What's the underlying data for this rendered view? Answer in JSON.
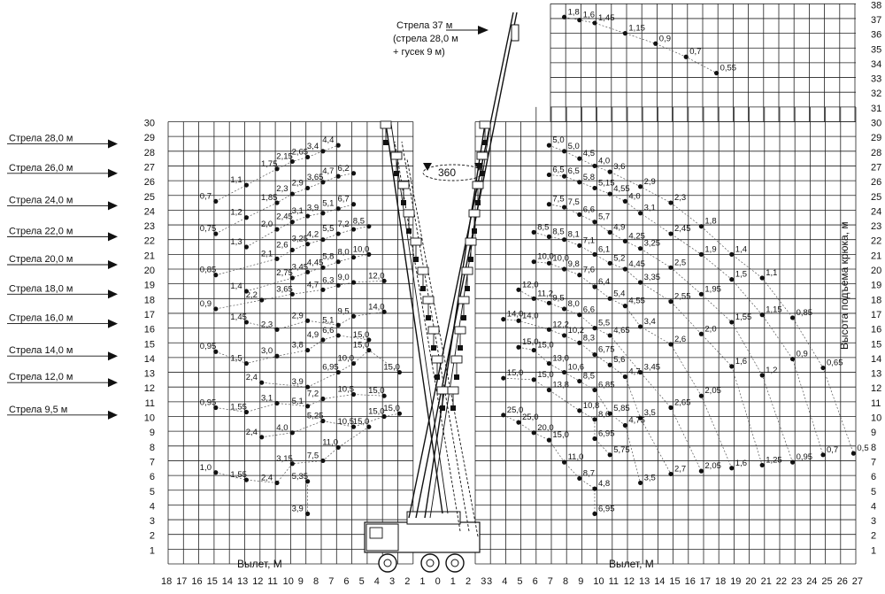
{
  "axes": {
    "x_left_ticks": [
      "18",
      "17",
      "16",
      "15",
      "14",
      "13",
      "12",
      "11",
      "10",
      "9",
      "8",
      "7",
      "6",
      "5",
      "4",
      "3",
      "2",
      "1",
      "0",
      "1",
      "2",
      "3"
    ],
    "x_right_ticks": [
      "3",
      "4",
      "5",
      "6",
      "7",
      "8",
      "9",
      "10",
      "11",
      "12",
      "13",
      "14",
      "15",
      "16",
      "17",
      "18",
      "19",
      "20",
      "21",
      "22",
      "23",
      "24",
      "25",
      "26",
      "27"
    ],
    "y_left_ticks": [
      "1",
      "2",
      "3",
      "4",
      "5",
      "6",
      "7",
      "8",
      "9",
      "10",
      "11",
      "12",
      "13",
      "14",
      "15",
      "16",
      "17",
      "18",
      "19",
      "20",
      "21",
      "22",
      "23",
      "24",
      "25",
      "26",
      "27",
      "28",
      "29",
      "30"
    ],
    "y_right_ticks": [
      "1",
      "2",
      "3",
      "4",
      "5",
      "6",
      "7",
      "8",
      "9",
      "10",
      "11",
      "12",
      "13",
      "14",
      "15",
      "16",
      "17",
      "18",
      "19",
      "20",
      "21",
      "22",
      "23",
      "24",
      "25",
      "26",
      "27",
      "28",
      "29",
      "30",
      "31",
      "32",
      "33",
      "34",
      "35",
      "36",
      "37",
      "38"
    ],
    "left_xlabel": "Вылет, М",
    "right_xlabel": "Вылет, М",
    "right_ylabel": "Высота подъема крюка, м"
  },
  "rotation_label": "360",
  "boom_labels": [
    {
      "text": "Стрела 28,0 м",
      "y": 28.5
    },
    {
      "text": "Стрела 26,0 м",
      "y": 26.5
    },
    {
      "text": "Стрела 24,0 м",
      "y": 24.3
    },
    {
      "text": "Стрела 22,0 м",
      "y": 22.2
    },
    {
      "text": "Стрела 20,0 м",
      "y": 20.3
    },
    {
      "text": "Стрела 18,0 м",
      "y": 18.3
    },
    {
      "text": "Стрела 16,0 м",
      "y": 16.3
    },
    {
      "text": "Стрела 14,0 м",
      "y": 14.1
    },
    {
      "text": "Стрела 12,0 м",
      "y": 12.3
    },
    {
      "text": "Стрела 9,5 м",
      "y": 10.1
    }
  ],
  "jib_label": {
    "lines": [
      "Стрела 37 м",
      "(стрела 28,0 м",
      "+ гусек 9 м)"
    ]
  },
  "chart_data": {
    "type": "scatter",
    "left_curves": [
      {
        "points": [
          [
            14,
            24.6,
            "0,7"
          ],
          [
            12,
            25.7,
            "1,1"
          ],
          [
            10,
            26.8,
            "1,75"
          ],
          [
            9,
            27.3,
            "2,15"
          ],
          [
            8,
            27.6,
            "2,65"
          ],
          [
            7,
            28.0,
            "3,4"
          ],
          [
            6,
            28.4,
            "4,4"
          ]
        ]
      },
      {
        "points": [
          [
            14,
            22.4,
            "0,75"
          ],
          [
            12,
            23.5,
            "1,2"
          ],
          [
            10,
            24.5,
            "1,85"
          ],
          [
            9,
            25.1,
            "2,3"
          ],
          [
            8,
            25.5,
            "2,9"
          ],
          [
            7,
            25.9,
            "3,65"
          ],
          [
            6,
            26.3,
            "4,7"
          ],
          [
            5,
            26.5,
            "6,2"
          ]
        ]
      },
      {
        "points": [
          [
            12,
            21.5,
            "1,3"
          ],
          [
            10,
            22.7,
            "2,0"
          ],
          [
            9,
            23.2,
            "2,45"
          ],
          [
            8,
            23.6,
            "3,1"
          ],
          [
            7,
            23.8,
            "3,9"
          ],
          [
            6,
            24.1,
            "5,1"
          ],
          [
            5,
            24.4,
            "6,7"
          ]
        ]
      },
      {
        "points": [
          [
            14,
            19.6,
            "0,85"
          ],
          [
            10,
            20.7,
            "2,1"
          ],
          [
            9,
            21.3,
            "2,6"
          ],
          [
            8,
            21.7,
            "3,25"
          ],
          [
            7,
            22.0,
            "4,2"
          ],
          [
            6,
            22.4,
            "5,5"
          ],
          [
            5,
            22.7,
            "7,2"
          ],
          [
            4,
            22.9,
            "8,5"
          ]
        ]
      },
      {
        "points": [
          [
            12,
            18.5,
            "1,4"
          ],
          [
            9,
            19.4,
            "2,75"
          ],
          [
            8,
            19.8,
            "3,45"
          ],
          [
            7,
            20.1,
            "4,45"
          ],
          [
            6,
            20.5,
            "5,8"
          ],
          [
            5,
            20.8,
            "8,0"
          ],
          [
            4,
            21.0,
            "10,0"
          ]
        ]
      },
      {
        "points": [
          [
            14,
            17.3,
            "0,9"
          ],
          [
            11,
            17.9,
            "2,2"
          ],
          [
            9,
            18.3,
            "3,65"
          ],
          [
            7,
            18.6,
            "4,7"
          ],
          [
            6,
            18.9,
            "6,3"
          ],
          [
            5,
            19.1,
            "9,0"
          ],
          [
            3,
            19.2,
            "12,0"
          ]
        ]
      },
      {
        "points": [
          [
            12,
            16.4,
            "1,45"
          ],
          [
            10,
            15.9,
            "2,3"
          ],
          [
            8,
            16.5,
            "2,9"
          ],
          [
            6,
            16.2,
            "5,1"
          ],
          [
            5,
            16.8,
            "9,5"
          ],
          [
            3,
            17.1,
            "14,0"
          ]
        ]
      },
      {
        "points": [
          [
            14,
            14.4,
            "0,95"
          ],
          [
            12,
            13.6,
            "1,5"
          ],
          [
            10,
            14.1,
            "3,0"
          ],
          [
            8,
            14.5,
            "3,8"
          ],
          [
            7,
            15.2,
            "4,9"
          ],
          [
            6,
            15.5,
            "6,6"
          ],
          [
            4,
            15.2,
            "15,0"
          ]
        ]
      },
      {
        "points": [
          [
            11,
            12.3,
            "2,4"
          ],
          [
            8,
            12.0,
            "3,9"
          ],
          [
            6,
            13.0,
            "6,95"
          ],
          [
            5,
            13.6,
            "10,0"
          ],
          [
            4,
            14.5,
            "15,0"
          ],
          [
            2,
            13.0,
            "15,0"
          ]
        ]
      },
      {
        "points": [
          [
            14,
            10.6,
            "0,95"
          ],
          [
            12,
            10.3,
            "1,55"
          ],
          [
            10,
            10.9,
            "3,1"
          ],
          [
            8,
            10.7,
            "5,1"
          ],
          [
            7,
            11.2,
            "7,2"
          ],
          [
            5,
            11.5,
            "10,5"
          ],
          [
            3,
            11.4,
            "15,0"
          ]
        ]
      },
      {
        "points": [
          [
            11,
            8.6,
            "2,4"
          ],
          [
            9,
            8.9,
            "4,0"
          ],
          [
            7,
            9.7,
            "5,25"
          ],
          [
            5,
            9.3,
            "10,5"
          ],
          [
            3,
            10.0,
            "15,0"
          ],
          [
            2,
            10.2,
            "15,0"
          ]
        ]
      },
      {
        "points": [
          [
            14,
            6.2,
            "1,0"
          ],
          [
            12,
            5.7,
            "1,55"
          ],
          [
            10,
            5.5,
            "2,4"
          ],
          [
            9,
            6.8,
            "3,15"
          ],
          [
            7,
            7.0,
            "7,5"
          ],
          [
            6,
            7.9,
            "11,0"
          ],
          [
            4,
            9.3,
            "15,0"
          ]
        ]
      },
      {
        "points": [
          [
            8,
            5.6,
            "5,35"
          ],
          [
            8,
            3.4,
            "3,9"
          ]
        ]
      }
    ],
    "right_curves": [
      {
        "points": [
          [
            6,
            28.4,
            "5,0"
          ],
          [
            7,
            28.0,
            "5,0"
          ],
          [
            8,
            27.5,
            "4,5"
          ],
          [
            9,
            27.0,
            "4,0"
          ],
          [
            10,
            26.6,
            "3,6"
          ],
          [
            12,
            25.6,
            "2,9"
          ],
          [
            14,
            24.5,
            "2,3"
          ],
          [
            16,
            22.9,
            "1,8"
          ],
          [
            18,
            21.0,
            "1,4"
          ],
          [
            20,
            19.4,
            "1,1"
          ],
          [
            22,
            16.7,
            "0,85"
          ],
          [
            24,
            13.3,
            "0,65"
          ],
          [
            26,
            7.5,
            "0,5"
          ]
        ]
      },
      {
        "points": [
          [
            6,
            26.4,
            "6,5"
          ],
          [
            7,
            26.3,
            "6,5"
          ],
          [
            8,
            25.9,
            "5,8"
          ],
          [
            9,
            25.5,
            "5,15"
          ],
          [
            10,
            25.1,
            "4,55"
          ],
          [
            11,
            24.6,
            "4,0"
          ],
          [
            12,
            23.8,
            "3,1"
          ],
          [
            14,
            22.4,
            "2,45"
          ],
          [
            16,
            21.0,
            "1,9"
          ],
          [
            18,
            19.3,
            "1,5"
          ],
          [
            20,
            16.9,
            "1,15"
          ],
          [
            22,
            13.9,
            "0,9"
          ],
          [
            24,
            7.4,
            "0,7"
          ]
        ]
      },
      {
        "points": [
          [
            6,
            24.4,
            "7,5"
          ],
          [
            7,
            24.2,
            "7,5"
          ],
          [
            8,
            23.7,
            "6,6"
          ],
          [
            9,
            23.2,
            "5,7"
          ],
          [
            10,
            22.5,
            "4,9"
          ],
          [
            11,
            21.9,
            "4,25"
          ],
          [
            12,
            21.4,
            "3,25"
          ],
          [
            14,
            20.1,
            "2,5"
          ],
          [
            16,
            18.3,
            "1,95"
          ],
          [
            18,
            16.4,
            "1,55"
          ],
          [
            20,
            12.8,
            "1,2"
          ],
          [
            22,
            6.9,
            "0,95"
          ]
        ]
      },
      {
        "points": [
          [
            5,
            22.5,
            "8,5"
          ],
          [
            6,
            22.2,
            "8,5"
          ],
          [
            7,
            22.0,
            "8,1"
          ],
          [
            8,
            21.6,
            "7,1"
          ],
          [
            9,
            21.0,
            "6,1"
          ],
          [
            10,
            20.4,
            "5,2"
          ],
          [
            11,
            20.0,
            "4,45"
          ],
          [
            12,
            19.1,
            "3,35"
          ],
          [
            14,
            17.8,
            "2,55"
          ],
          [
            16,
            15.6,
            "2,0"
          ],
          [
            18,
            13.4,
            "1,6"
          ],
          [
            20,
            6.7,
            "1,25"
          ]
        ]
      },
      {
        "points": [
          [
            5,
            20.5,
            "10,0"
          ],
          [
            6,
            20.4,
            "10,0"
          ],
          [
            7,
            20.0,
            "9,8"
          ],
          [
            8,
            19.6,
            "7,6"
          ],
          [
            9,
            18.8,
            "6,4"
          ],
          [
            10,
            18.0,
            "5,4"
          ],
          [
            11,
            17.5,
            "4,55"
          ],
          [
            12,
            16.1,
            "3,4"
          ],
          [
            14,
            14.9,
            "2,6"
          ],
          [
            16,
            11.4,
            "2,05"
          ],
          [
            18,
            6.5,
            "1,6"
          ]
        ]
      },
      {
        "points": [
          [
            4,
            18.6,
            "12,0"
          ],
          [
            5,
            18.0,
            "11,2"
          ],
          [
            6,
            17.7,
            "9,5"
          ],
          [
            7,
            17.3,
            "8,0"
          ],
          [
            8,
            16.9,
            "6,6"
          ],
          [
            9,
            16.0,
            "5,5"
          ],
          [
            10,
            15.5,
            "4,65"
          ],
          [
            12,
            13.0,
            "3,45"
          ],
          [
            14,
            10.6,
            "2,65"
          ],
          [
            16,
            6.3,
            "2,05"
          ]
        ]
      },
      {
        "points": [
          [
            3,
            16.6,
            "14,0"
          ],
          [
            4,
            16.5,
            "14,0"
          ],
          [
            6,
            15.9,
            "12,2"
          ],
          [
            7,
            15.5,
            "10,2"
          ],
          [
            8,
            15.0,
            "8,3"
          ],
          [
            9,
            14.2,
            "6,75"
          ],
          [
            10,
            13.5,
            "5,6"
          ],
          [
            11,
            12.7,
            "4,7"
          ],
          [
            12,
            9.9,
            "3,5"
          ],
          [
            14,
            6.1,
            "2,7"
          ]
        ]
      },
      {
        "points": [
          [
            4,
            14.7,
            "15,0"
          ],
          [
            5,
            14.5,
            "15,0"
          ],
          [
            6,
            13.6,
            "13,0"
          ],
          [
            7,
            13.0,
            "10,6"
          ],
          [
            8,
            12.4,
            "8,5"
          ],
          [
            9,
            11.8,
            "6,85"
          ],
          [
            10,
            10.2,
            "5,85"
          ],
          [
            11,
            9.4,
            "4,75"
          ],
          [
            12,
            5.5,
            "3,5"
          ]
        ]
      },
      {
        "points": [
          [
            3,
            12.6,
            "15,0"
          ],
          [
            5,
            12.5,
            "15,0"
          ],
          [
            6,
            11.8,
            "13,8"
          ],
          [
            8,
            10.4,
            "10,8"
          ],
          [
            9,
            9.8,
            "8,6"
          ],
          [
            9,
            8.5,
            "6,95"
          ],
          [
            10,
            7.4,
            "5,75"
          ]
        ]
      },
      {
        "points": [
          [
            3,
            10.1,
            "25,0"
          ],
          [
            4,
            9.6,
            "25,0"
          ],
          [
            5,
            8.9,
            "20,0"
          ],
          [
            6,
            8.4,
            "15,0"
          ],
          [
            7,
            6.9,
            "11,0"
          ],
          [
            8,
            5.8,
            "8,7"
          ],
          [
            9,
            5.1,
            "4,8"
          ],
          [
            9,
            3.4,
            "6,95"
          ]
        ]
      }
    ]
  }
}
